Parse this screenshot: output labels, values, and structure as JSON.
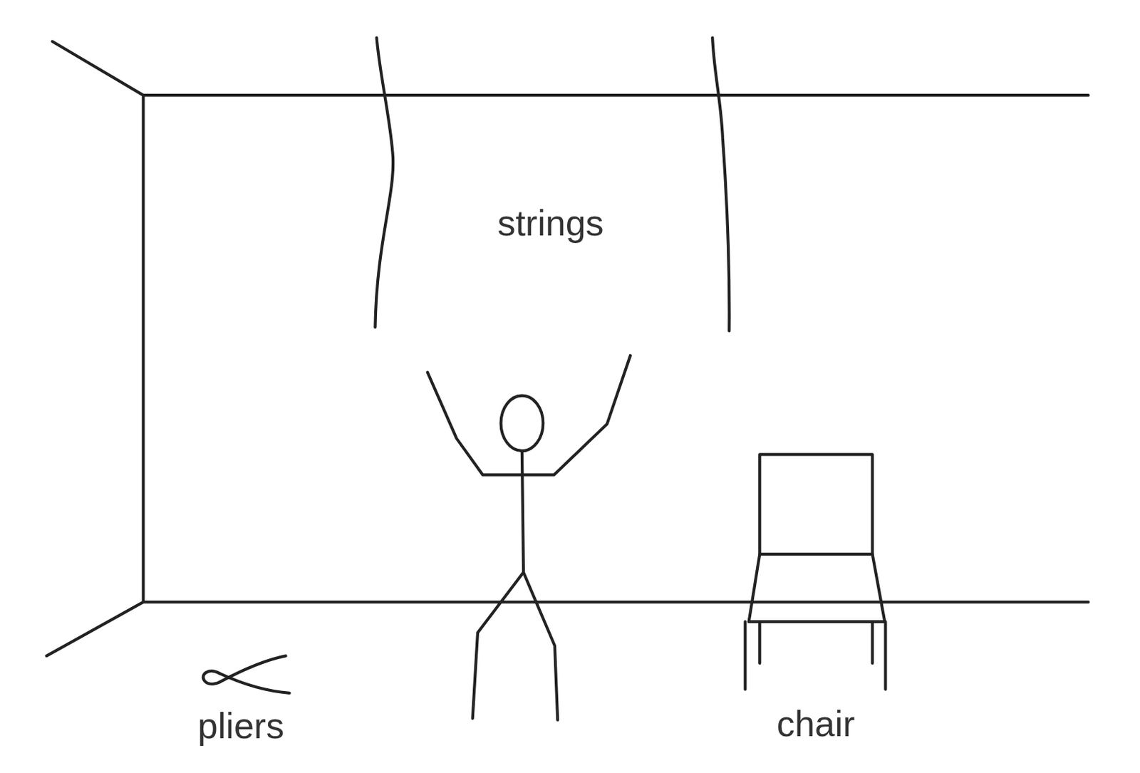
{
  "diagram": {
    "labels": [
      "strings",
      "pliers",
      "chair"
    ]
  }
}
